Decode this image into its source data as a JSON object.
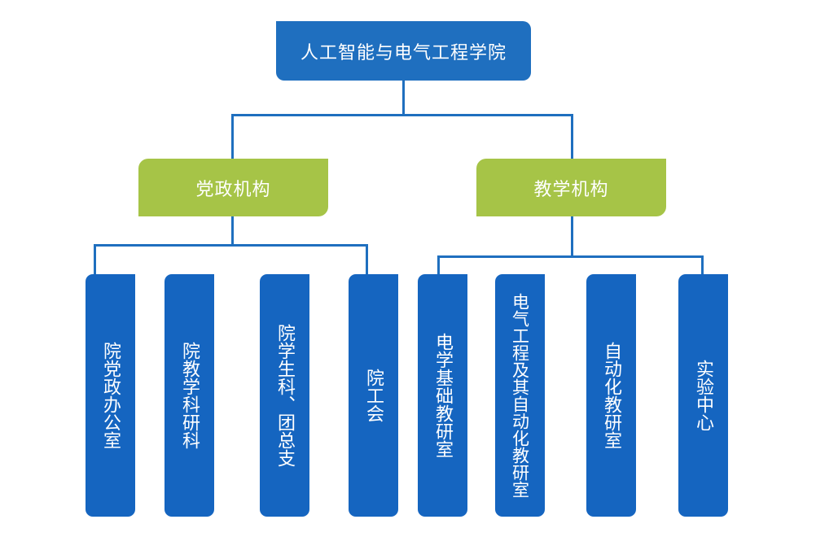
{
  "root": {
    "label": "人工智能与电气工程学院"
  },
  "branches": [
    {
      "label": "党政机构",
      "children": [
        "院党政办公室",
        "院教学科研科",
        "院学生科、团总支",
        "院工会"
      ]
    },
    {
      "label": "教学机构",
      "children": [
        "电学基础教研室",
        "电气工程及其自动化教研室",
        "自动化教研室",
        "实验中心"
      ]
    }
  ],
  "colors": {
    "root": "#1f6fbf",
    "branch": "#a6c447",
    "leaf": "#1565c0",
    "connector": "#1f6fbf",
    "text": "#ffffff"
  }
}
